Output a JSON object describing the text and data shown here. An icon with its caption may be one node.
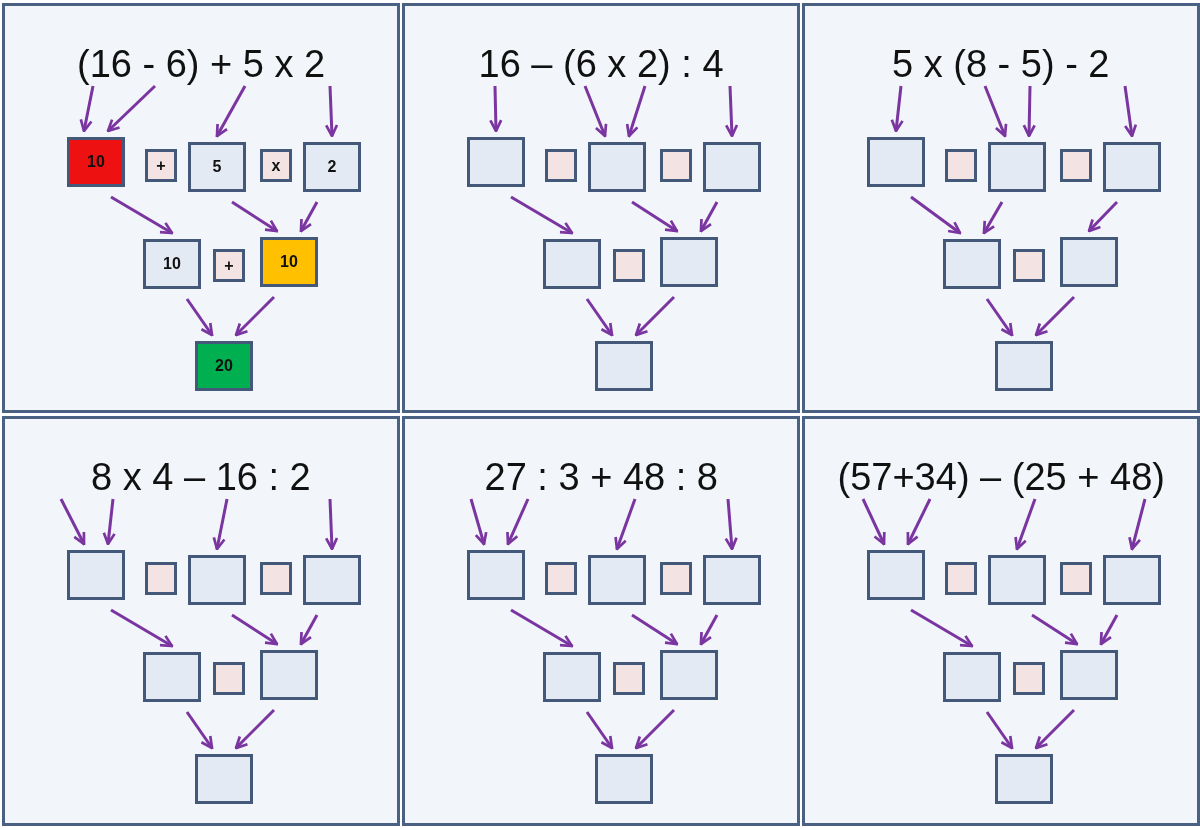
{
  "diagram": {
    "nodes": [
      {
        "text": [
          "(16 - 6) + 5 x 2"
        ]
      },
      {
        "text": [
          "10"
        ]
      },
      {
        "text": [
          "+"
        ]
      },
      {
        "text": [
          "5"
        ]
      },
      {
        "text": [
          "x"
        ]
      },
      {
        "text": [
          "2"
        ]
      },
      {
        "text": [
          "10"
        ]
      },
      {
        "text": [
          "+"
        ]
      },
      {
        "text": [
          "10"
        ]
      },
      {
        "text": [
          "20"
        ]
      },
      {
        "text": [
          "16 – (6 x 2) : 4"
        ]
      },
      {
        "text": [],
        "shape": "box"
      },
      {
        "text": [],
        "shape": "box"
      },
      {
        "text": [],
        "shape": "box"
      },
      {
        "text": [],
        "shape": "box"
      },
      {
        "text": [],
        "shape": "box"
      },
      {
        "text": [],
        "shape": "box"
      },
      {
        "text": [],
        "shape": "box"
      },
      {
        "text": [],
        "shape": "box"
      },
      {
        "text": [],
        "shape": "box"
      },
      {
        "text": [
          "5 x (8 - 5) - 2"
        ]
      },
      {
        "text": [],
        "shape": "box"
      },
      {
        "text": [],
        "shape": "box"
      },
      {
        "text": [],
        "shape": "box"
      },
      {
        "text": [],
        "shape": "box"
      },
      {
        "text": [],
        "shape": "box"
      },
      {
        "text": [],
        "shape": "box"
      },
      {
        "text": [],
        "shape": "box"
      },
      {
        "text": [],
        "shape": "box"
      },
      {
        "text": [],
        "shape": "box"
      },
      {
        "text": [
          "8 x 4 – 16 : 2"
        ]
      },
      {
        "text": [],
        "shape": "box"
      },
      {
        "text": [],
        "shape": "box"
      },
      {
        "text": [],
        "shape": "box"
      },
      {
        "text": [],
        "shape": "box"
      },
      {
        "text": [],
        "shape": "box"
      },
      {
        "text": [],
        "shape": "box"
      },
      {
        "text": [],
        "shape": "box"
      },
      {
        "text": [],
        "shape": "box"
      },
      {
        "text": [],
        "shape": "box"
      },
      {
        "text": [
          "27 : 3 + 48 : 8"
        ]
      },
      {
        "text": [],
        "shape": "box"
      },
      {
        "text": [],
        "shape": "box"
      },
      {
        "text": [],
        "shape": "box"
      },
      {
        "text": [],
        "shape": "box"
      },
      {
        "text": [],
        "shape": "box"
      },
      {
        "text": [],
        "shape": "box"
      },
      {
        "text": [],
        "shape": "box"
      },
      {
        "text": [],
        "shape": "box"
      },
      {
        "text": [],
        "shape": "box"
      },
      {
        "text": [
          "(57+34) – (25 + 48)"
        ]
      },
      {
        "text": [],
        "shape": "box"
      },
      {
        "text": [],
        "shape": "box"
      },
      {
        "text": [],
        "shape": "box"
      },
      {
        "text": [],
        "shape": "box"
      },
      {
        "text": [],
        "shape": "box"
      },
      {
        "text": [],
        "shape": "box"
      },
      {
        "text": [],
        "shape": "box"
      },
      {
        "text": [],
        "shape": "box"
      },
      {
        "text": [],
        "shape": "box"
      }
    ],
    "edges": [
      {
        "from": 0,
        "to": 1,
        "arrow": "to"
      },
      {
        "from": 0,
        "to": 1,
        "arrow": "to"
      },
      {
        "from": 0,
        "to": 3,
        "arrow": "to"
      },
      {
        "from": 0,
        "to": 5,
        "arrow": "to"
      },
      {
        "from": 1,
        "to": 6,
        "arrow": "to"
      },
      {
        "from": 3,
        "to": 8,
        "arrow": "to"
      },
      {
        "from": 5,
        "to": 8,
        "arrow": "to"
      },
      {
        "from": 6,
        "to": 9,
        "arrow": "to"
      },
      {
        "from": 8,
        "to": 9,
        "arrow": "to"
      },
      {
        "from": 10,
        "to": 11,
        "arrow": "to"
      },
      {
        "from": 10,
        "to": 13,
        "arrow": "to"
      },
      {
        "from": 10,
        "to": 13,
        "arrow": "to"
      },
      {
        "from": 10,
        "to": 15,
        "arrow": "to"
      },
      {
        "from": 11,
        "to": 16,
        "arrow": "to"
      },
      {
        "from": 13,
        "to": 18,
        "arrow": "to"
      },
      {
        "from": 15,
        "to": 18,
        "arrow": "to"
      },
      {
        "from": 16,
        "to": 19,
        "arrow": "to"
      },
      {
        "from": 18,
        "to": 19,
        "arrow": "to"
      },
      {
        "from": 20,
        "to": 21,
        "arrow": "to"
      },
      {
        "from": 20,
        "to": 23,
        "arrow": "to"
      },
      {
        "from": 20,
        "to": 23,
        "arrow": "to"
      },
      {
        "from": 20,
        "to": 25,
        "arrow": "to"
      },
      {
        "from": 21,
        "to": 26,
        "arrow": "to"
      },
      {
        "from": 23,
        "to": 26,
        "arrow": "to"
      },
      {
        "from": 25,
        "to": 28,
        "arrow": "to"
      },
      {
        "from": 26,
        "to": 29,
        "arrow": "to"
      },
      {
        "from": 28,
        "to": 29,
        "arrow": "to"
      },
      {
        "from": 30,
        "to": 31,
        "arrow": "to"
      },
      {
        "from": 30,
        "to": 31,
        "arrow": "to"
      },
      {
        "from": 30,
        "to": 33,
        "arrow": "to"
      },
      {
        "from": 30,
        "to": 35,
        "arrow": "to"
      },
      {
        "from": 31,
        "to": 36,
        "arrow": "to"
      },
      {
        "from": 33,
        "to": 38,
        "arrow": "to"
      },
      {
        "from": 35,
        "to": 38,
        "arrow": "to"
      },
      {
        "from": 36,
        "to": 39,
        "arrow": "to"
      },
      {
        "from": 38,
        "to": 39,
        "arrow": "to"
      },
      {
        "from": 40,
        "to": 41,
        "arrow": "to"
      },
      {
        "from": 40,
        "to": 41,
        "arrow": "to"
      },
      {
        "from": 40,
        "to": 43,
        "arrow": "to"
      },
      {
        "from": 40,
        "to": 45,
        "arrow": "to"
      },
      {
        "from": 41,
        "to": 46,
        "arrow": "to"
      },
      {
        "from": 43,
        "to": 48,
        "arrow": "to"
      },
      {
        "from": 45,
        "to": 48,
        "arrow": "to"
      },
      {
        "from": 46,
        "to": 49,
        "arrow": "to"
      },
      {
        "from": 48,
        "to": 49,
        "arrow": "to"
      },
      {
        "from": 50,
        "to": 51,
        "arrow": "to"
      },
      {
        "from": 50,
        "to": 51,
        "arrow": "to"
      },
      {
        "from": 50,
        "to": 53,
        "arrow": "to"
      },
      {
        "from": 50,
        "to": 55,
        "arrow": "to"
      },
      {
        "from": 51,
        "to": 56,
        "arrow": "to"
      },
      {
        "from": 53,
        "to": 58,
        "arrow": "to"
      },
      {
        "from": 55,
        "to": 58,
        "arrow": "to"
      },
      {
        "from": 56,
        "to": 59,
        "arrow": "to"
      },
      {
        "from": 58,
        "to": 59,
        "arrow": "to"
      }
    ]
  }
}
